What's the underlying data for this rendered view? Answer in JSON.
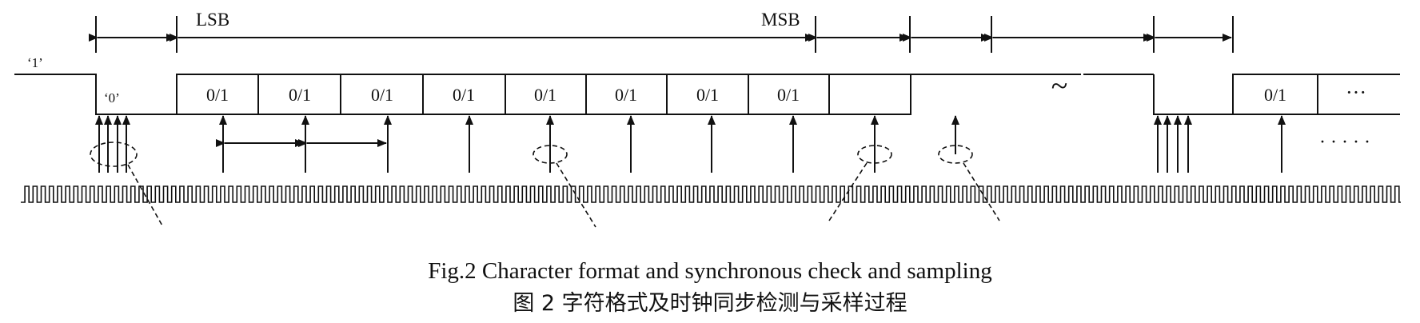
{
  "labels": {
    "idle_level": "‘1’",
    "start_level": "‘0’",
    "lsb": "LSB",
    "msb": "MSB",
    "bit_value": "0/1",
    "continuation": "···",
    "tilde": "~",
    "dots": "· · · · ·"
  },
  "data_bits": [
    {
      "value": "0/1"
    },
    {
      "value": "0/1"
    },
    {
      "value": "0/1"
    },
    {
      "value": "0/1"
    },
    {
      "value": "0/1"
    },
    {
      "value": "0/1"
    },
    {
      "value": "0/1"
    },
    {
      "value": "0/1"
    }
  ],
  "caption": {
    "english": "Fig.2 Character format and synchronous check and sampling",
    "chinese": "图 2 字符格式及时钟同步检测与采样过程"
  },
  "colors": {
    "line": "#111111",
    "background": "#ffffff"
  }
}
